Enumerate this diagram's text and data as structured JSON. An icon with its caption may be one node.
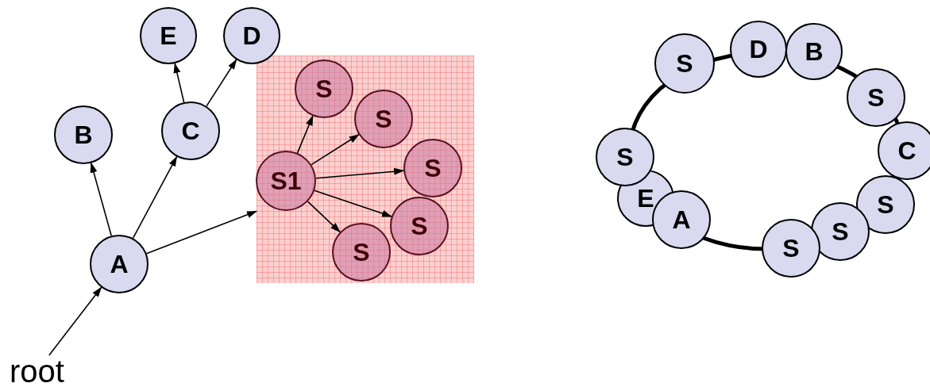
{
  "diagram": {
    "nodes": [
      {
        "text": [
          "root"
        ]
      },
      {
        "text": [
          "A"
        ]
      },
      {
        "text": [
          "B"
        ]
      },
      {
        "text": [
          "C"
        ]
      },
      {
        "text": [
          "E"
        ]
      },
      {
        "text": [
          "D"
        ]
      },
      {
        "text": [],
        "shape": "box"
      },
      {
        "text": [
          "S1"
        ],
        "in": 6
      },
      {
        "text": [
          "S"
        ],
        "in": 6
      },
      {
        "text": [
          "S"
        ],
        "in": 6
      },
      {
        "text": [
          "S"
        ],
        "in": 6
      },
      {
        "text": [
          "S"
        ],
        "in": 6
      },
      {
        "text": [
          "S"
        ],
        "in": 6
      },
      {
        "text": [
          "S"
        ]
      },
      {
        "text": [
          "D"
        ]
      },
      {
        "text": [
          "B"
        ]
      },
      {
        "text": [
          "S"
        ]
      },
      {
        "text": [
          "C"
        ]
      },
      {
        "text": [
          "S"
        ]
      },
      {
        "text": [
          "S"
        ]
      },
      {
        "text": [
          "S"
        ]
      },
      {
        "text": [
          "E"
        ]
      },
      {
        "text": [
          "A"
        ]
      },
      {
        "text": [
          "S"
        ]
      }
    ],
    "edges": [
      {
        "from": 0,
        "to": 1,
        "arrow": "to"
      },
      {
        "from": 1,
        "to": 2,
        "arrow": "to"
      },
      {
        "from": 1,
        "to": 3,
        "arrow": "to"
      },
      {
        "from": 1,
        "to": 6,
        "arrow": "to"
      },
      {
        "from": 3,
        "to": 4,
        "arrow": "to"
      },
      {
        "from": 3,
        "to": 5,
        "arrow": "to"
      },
      {
        "from": 7,
        "to": 8,
        "arrow": "to"
      },
      {
        "from": 7,
        "to": 9,
        "arrow": "to"
      },
      {
        "from": 7,
        "to": 10,
        "arrow": "to"
      },
      {
        "from": 7,
        "to": 11,
        "arrow": "to"
      },
      {
        "from": 7,
        "to": 12,
        "arrow": "to"
      }
    ]
  }
}
